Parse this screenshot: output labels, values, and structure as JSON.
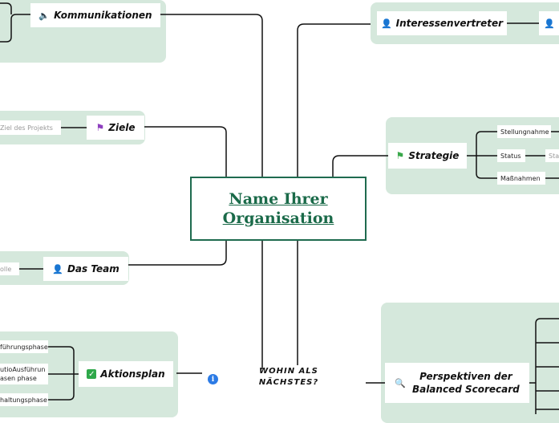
{
  "central": {
    "title": "Name Ihrer Organisation"
  },
  "next_label": "Wohin als nächstes?",
  "branches": {
    "kommunikationen": {
      "label": "Kommunikationen",
      "icon": "🔈"
    },
    "interessenvertreter": {
      "label": "Interessenvertreter",
      "icon": "👤"
    },
    "ziele": {
      "label": "Ziele",
      "icon": "⚑",
      "leaf": "Ziel des Projekts"
    },
    "strategie": {
      "label": "Strategie",
      "icon": "⚑",
      "leaves": [
        "Stellungnahme",
        "Status",
        "Maßnahmen"
      ],
      "status_value": "Sta"
    },
    "team": {
      "label": "Das Team",
      "icon": "👤",
      "leaf": "olle"
    },
    "aktionsplan": {
      "label": "Aktionsplan",
      "icon": "✓",
      "leaves": [
        "führungsphase",
        "utioAusführun",
        "asen phase",
        "haltungsphase"
      ]
    },
    "scorecard": {
      "label_line1": "Perspektiven der",
      "label_line2": "Balanced Scorecard",
      "icon": "🔍"
    }
  },
  "colors": {
    "panel": "#d5e8dc",
    "central_border": "#1f6b4f",
    "central_text": "#1a6a49",
    "flag_purple": "#8e3fbf",
    "flag_green": "#3aa84b",
    "check_green": "#2ea84a",
    "info_blue": "#2c7be5"
  }
}
